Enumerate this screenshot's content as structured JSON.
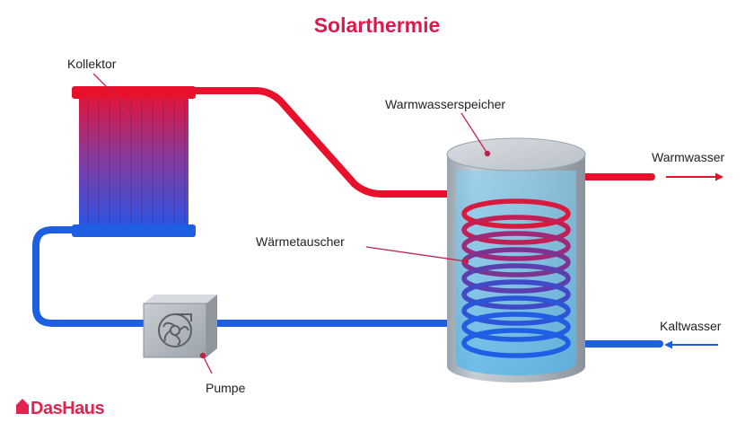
{
  "title": "Solarthermie",
  "labels": {
    "collector": "Kollektor",
    "storage": "Warmwasserspeicher",
    "hot_water": "Warmwasser",
    "heat_exchanger": "Wärmetauscher",
    "cold_water": "Kaltwasser",
    "pump": "Pumpe"
  },
  "brand": {
    "name": "DasHaus",
    "icon": "house-icon"
  },
  "colors": {
    "title": "#d81b4e",
    "hot_pipe": "#e8102a",
    "cold_pipe": "#1d5fe0",
    "brand": "#e0244f"
  }
}
